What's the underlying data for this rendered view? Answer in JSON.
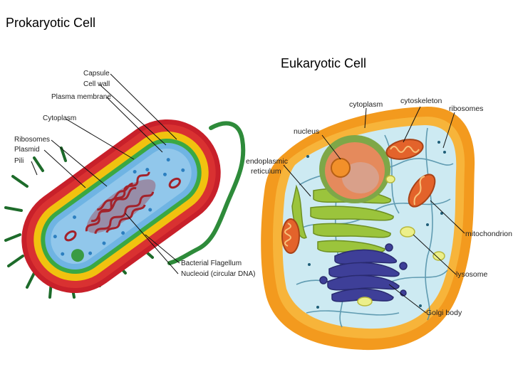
{
  "slide": {
    "title_prokaryotic": "Prokaryotic Cell",
    "title_eukaryotic": "Eukaryotic Cell"
  },
  "prokaryote": {
    "labels": {
      "capsule": "Capsule",
      "cell_wall": "Cell wall",
      "plasma_membrane": "Plasma membrane",
      "cytoplasm": "Cytoplasm",
      "ribosomes": "Ribosomes",
      "plasmid": "Plasmid",
      "pili": "Pili",
      "flagellum": "Bacterial Flagellum",
      "nucleoid": "Nucleoid (circular DNA)"
    }
  },
  "eukaryote": {
    "labels": {
      "cytoplasm": "cytoplasm",
      "cytoskeleton": "cytoskeleton",
      "ribosomes": "ribosomes",
      "nucleus": "nucleus",
      "er_line1": "endoplasmic",
      "er_line2": "reticulum",
      "mitochondrion": "mitochondrion",
      "lysosome": "lysosome",
      "golgi": "Golgi body"
    }
  },
  "colors": {
    "capsule": "#c8202a",
    "cell_wall": "#f1c20f",
    "membrane": "#3aa843",
    "cytoplasm_pro": "#6fb4e3",
    "dna": "#a3222b",
    "flagellum": "#2e8b3a",
    "euk_outer": "#f39a1e",
    "euk_cytoplasm": "#cdeaf2",
    "nucleus": "#e58a5c",
    "er": "#9bc43c",
    "mitochondria": "#e3632b",
    "golgi": "#3e3f98"
  }
}
